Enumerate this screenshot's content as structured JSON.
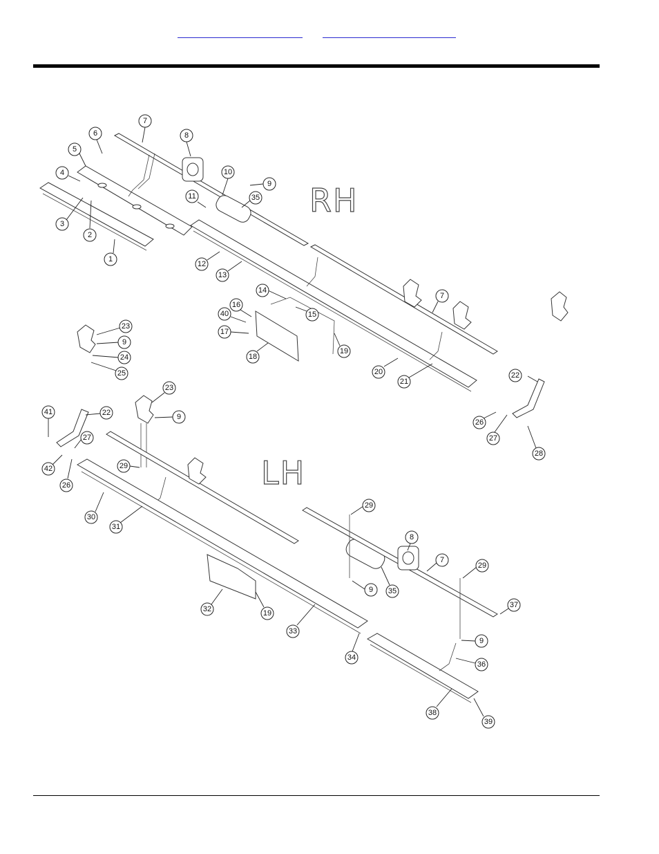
{
  "header": {
    "link_1": "",
    "link_2": ""
  },
  "diagram": {
    "side_labels": {
      "right": "RH",
      "left": "LH"
    },
    "callouts": [
      {
        "id": "c7a",
        "label": "7"
      },
      {
        "id": "c8a",
        "label": "8"
      },
      {
        "id": "c6",
        "label": "6"
      },
      {
        "id": "c5",
        "label": "5"
      },
      {
        "id": "c4",
        "label": "4"
      },
      {
        "id": "c3",
        "label": "3"
      },
      {
        "id": "c2",
        "label": "2"
      },
      {
        "id": "c1",
        "label": "1"
      },
      {
        "id": "c10",
        "label": "10"
      },
      {
        "id": "c9a",
        "label": "9"
      },
      {
        "id": "c11",
        "label": "11"
      },
      {
        "id": "c35a",
        "label": "35"
      },
      {
        "id": "c12",
        "label": "12"
      },
      {
        "id": "c13",
        "label": "13"
      },
      {
        "id": "c14",
        "label": "14"
      },
      {
        "id": "c16",
        "label": "16"
      },
      {
        "id": "c40",
        "label": "40"
      },
      {
        "id": "c15",
        "label": "15"
      },
      {
        "id": "c17",
        "label": "17"
      },
      {
        "id": "c18",
        "label": "18"
      },
      {
        "id": "c19a",
        "label": "19"
      },
      {
        "id": "c20",
        "label": "20"
      },
      {
        "id": "c21",
        "label": "21"
      },
      {
        "id": "c7b",
        "label": "7"
      },
      {
        "id": "c23a",
        "label": "23"
      },
      {
        "id": "c9b",
        "label": "9"
      },
      {
        "id": "c24",
        "label": "24"
      },
      {
        "id": "c25",
        "label": "25"
      },
      {
        "id": "c22a",
        "label": "22"
      },
      {
        "id": "c26a",
        "label": "26"
      },
      {
        "id": "c27a",
        "label": "27"
      },
      {
        "id": "c28",
        "label": "28"
      },
      {
        "id": "c41",
        "label": "41"
      },
      {
        "id": "c22b",
        "label": "22"
      },
      {
        "id": "c27b",
        "label": "27"
      },
      {
        "id": "c42",
        "label": "42"
      },
      {
        "id": "c26b",
        "label": "26"
      },
      {
        "id": "c23b",
        "label": "23"
      },
      {
        "id": "c9c",
        "label": "9"
      },
      {
        "id": "c29a",
        "label": "29"
      },
      {
        "id": "c30",
        "label": "30"
      },
      {
        "id": "c31",
        "label": "31"
      },
      {
        "id": "c29b",
        "label": "29"
      },
      {
        "id": "c8b",
        "label": "8"
      },
      {
        "id": "c7c",
        "label": "7"
      },
      {
        "id": "c29c",
        "label": "29"
      },
      {
        "id": "c9d",
        "label": "9"
      },
      {
        "id": "c35b",
        "label": "35"
      },
      {
        "id": "c32",
        "label": "32"
      },
      {
        "id": "c19b",
        "label": "19"
      },
      {
        "id": "c33",
        "label": "33"
      },
      {
        "id": "c34",
        "label": "34"
      },
      {
        "id": "c37",
        "label": "37"
      },
      {
        "id": "c9e",
        "label": "9"
      },
      {
        "id": "c36",
        "label": "36"
      },
      {
        "id": "c38",
        "label": "38"
      },
      {
        "id": "c39",
        "label": "39"
      }
    ]
  }
}
